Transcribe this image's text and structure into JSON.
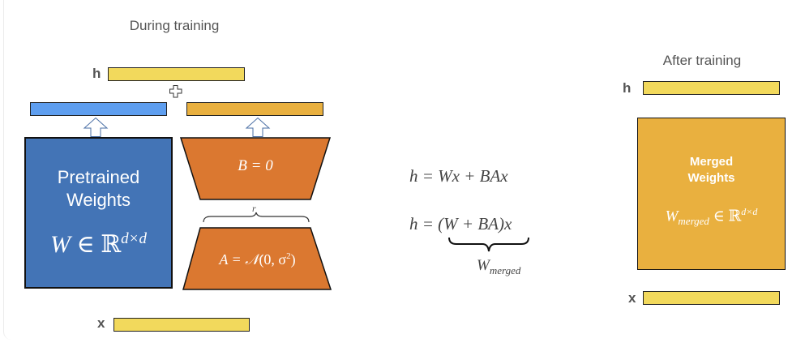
{
  "during": {
    "title": "During training",
    "h_label": "h",
    "x_label": "x",
    "plus_symbol": "+",
    "pretrained": {
      "line1": "Pretrained",
      "line2": "Weights",
      "formula_W": "W",
      "formula_in": " ∈ ℝ",
      "formula_sup": "d×d"
    },
    "B_label": "B = 0",
    "A_label_pre": "A = ",
    "A_label_N": "𝒩",
    "A_label_post": "(0, σ",
    "A_label_sup": "2",
    "A_label_end": ")",
    "rank_label": "r"
  },
  "equations": {
    "eq1": "h = Wx + BAx",
    "eq2": "h = (W + BA)x",
    "brace_label_main": "W",
    "brace_label_sub": "merged"
  },
  "after": {
    "title": "After training",
    "h_label": "h",
    "x_label": "x",
    "merged": {
      "line1": "Merged",
      "line2": "Weights",
      "formula_W": "W",
      "formula_sub": "merged",
      "formula_in": " ∈ ℝ",
      "formula_sup": "d×d"
    }
  },
  "colors": {
    "vector": "#f2d95c",
    "pretrained_output": "#5e9eef",
    "adapter_output": "#e9b03f",
    "pretrained_weights": "#4374b6",
    "adapter_matrices": "#db7830",
    "merged_weights": "#e9b03f"
  }
}
